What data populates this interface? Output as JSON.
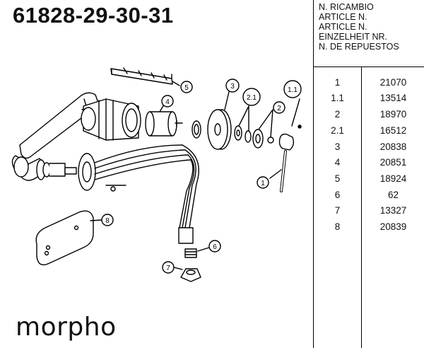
{
  "title": "61828-29-30-31",
  "brand": "morpho",
  "table": {
    "header_lines": [
      "N. RICAMBIO",
      "ARTICLE N.",
      "ARTICLE N.",
      "EINZELHEIT NR.",
      "N. DE REPUESTOS"
    ],
    "rows": [
      {
        "ref": "1",
        "code": "21070"
      },
      {
        "ref": "1.1",
        "code": "13514"
      },
      {
        "ref": "2",
        "code": "18970"
      },
      {
        "ref": "2.1",
        "code": "16512"
      },
      {
        "ref": "3",
        "code": "20838"
      },
      {
        "ref": "4",
        "code": "20851"
      },
      {
        "ref": "5",
        "code": "18924"
      },
      {
        "ref": "6",
        "code": "62"
      },
      {
        "ref": "7",
        "code": "13327"
      },
      {
        "ref": "8",
        "code": "20839"
      }
    ]
  },
  "callouts": [
    "1",
    "1.1",
    "2",
    "2.1",
    "3",
    "4",
    "5",
    "6",
    "7",
    "8"
  ]
}
